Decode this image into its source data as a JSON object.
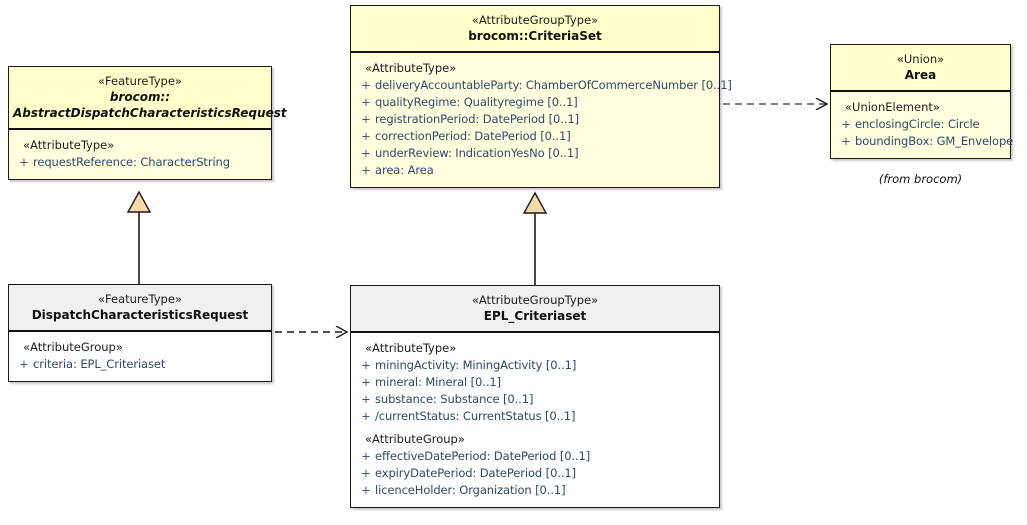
{
  "diagram": {
    "kind": "uml-class-diagram",
    "colors": {
      "class_fill_yellow": "#ffffe0",
      "class_header_yellow": "#ffffcc",
      "class_fill_plain": "#fdfdfd",
      "class_header_plain": "#f0f0f0",
      "border": "#1a1a1a",
      "attribute_text": "#2e4a66",
      "generalization_fill": "#f6d9ab",
      "connector_line": "#1a1a1a"
    }
  },
  "classes": {
    "abstract_dispatch_characteristics_request": {
      "stereotype": "«FeatureType»",
      "name_line_1": "brocom::",
      "name_line_2": "AbstractDispatchCharacteristicsRequest",
      "compartments": [
        {
          "group": "«AttributeType»",
          "attributes": [
            {
              "visibility": "+",
              "text": "requestReference: CharacterString"
            }
          ]
        }
      ]
    },
    "criteria_set": {
      "stereotype": "«AttributeGroupType»",
      "name": "brocom::CriteriaSet",
      "compartments": [
        {
          "group": "«AttributeType»",
          "attributes": [
            {
              "visibility": "+",
              "text": "deliveryAccountableParty: ChamberOfCommerceNumber [0..1]"
            },
            {
              "visibility": "+",
              "text": "qualityRegime: Qualityregime [0..1]"
            },
            {
              "visibility": "+",
              "text": "registrationPeriod: DatePeriod [0..1]"
            },
            {
              "visibility": "+",
              "text": "correctionPeriod: DatePeriod [0..1]"
            },
            {
              "visibility": "+",
              "text": "underReview: IndicationYesNo [0..1]"
            },
            {
              "visibility": "+",
              "text": "area: Area"
            }
          ]
        }
      ]
    },
    "area": {
      "stereotype": "«Union»",
      "name": "Area",
      "compartments": [
        {
          "group": "«UnionElement»",
          "attributes": [
            {
              "visibility": "+",
              "text": "enclosingCircle: Circle"
            },
            {
              "visibility": "+",
              "text": "boundingBox: GM_Envelope"
            }
          ]
        }
      ],
      "note": "(from brocom)"
    },
    "dispatch_characteristics_request": {
      "stereotype": "«FeatureType»",
      "name": "DispatchCharacteristicsRequest",
      "compartments": [
        {
          "group": "«AttributeGroup»",
          "attributes": [
            {
              "visibility": "+",
              "text": "criteria: EPL_Criteriaset"
            }
          ]
        }
      ]
    },
    "epl_criteriaset": {
      "stereotype": "«AttributeGroupType»",
      "name": "EPL_Criteriaset",
      "compartments": [
        {
          "group": "«AttributeType»",
          "attributes": [
            {
              "visibility": "+",
              "text": "miningActivity: MiningActivity [0..1]"
            },
            {
              "visibility": "+",
              "text": "mineral: Mineral [0..1]"
            },
            {
              "visibility": "+",
              "text": "substance: Substance [0..1]"
            },
            {
              "visibility": "+",
              "text": "/currentStatus: CurrentStatus [0..1]"
            }
          ]
        },
        {
          "group": "«AttributeGroup»",
          "attributes": [
            {
              "visibility": "+",
              "text": "effectiveDatePeriod: DatePeriod [0..1]"
            },
            {
              "visibility": "+",
              "text": "expiryDatePeriod: DatePeriod [0..1]"
            },
            {
              "visibility": "+",
              "text": "licenceHolder: Organization [0..1]"
            }
          ]
        }
      ]
    }
  },
  "connectors": [
    {
      "id": "gen-dispatch-to-abstract",
      "type": "generalization",
      "from": "DispatchCharacteristicsRequest",
      "to": "brocom::AbstractDispatchCharacteristicsRequest"
    },
    {
      "id": "gen-eplcriteriaset-to-criteriaset",
      "type": "generalization",
      "from": "EPL_Criteriaset",
      "to": "brocom::CriteriaSet"
    },
    {
      "id": "dep-dispatch-to-eplcriteriaset",
      "type": "dependency",
      "from": "DispatchCharacteristicsRequest",
      "to": "EPL_Criteriaset"
    },
    {
      "id": "dep-criteriaset-to-area",
      "type": "dependency",
      "from": "brocom::CriteriaSet",
      "to": "Area"
    }
  ]
}
